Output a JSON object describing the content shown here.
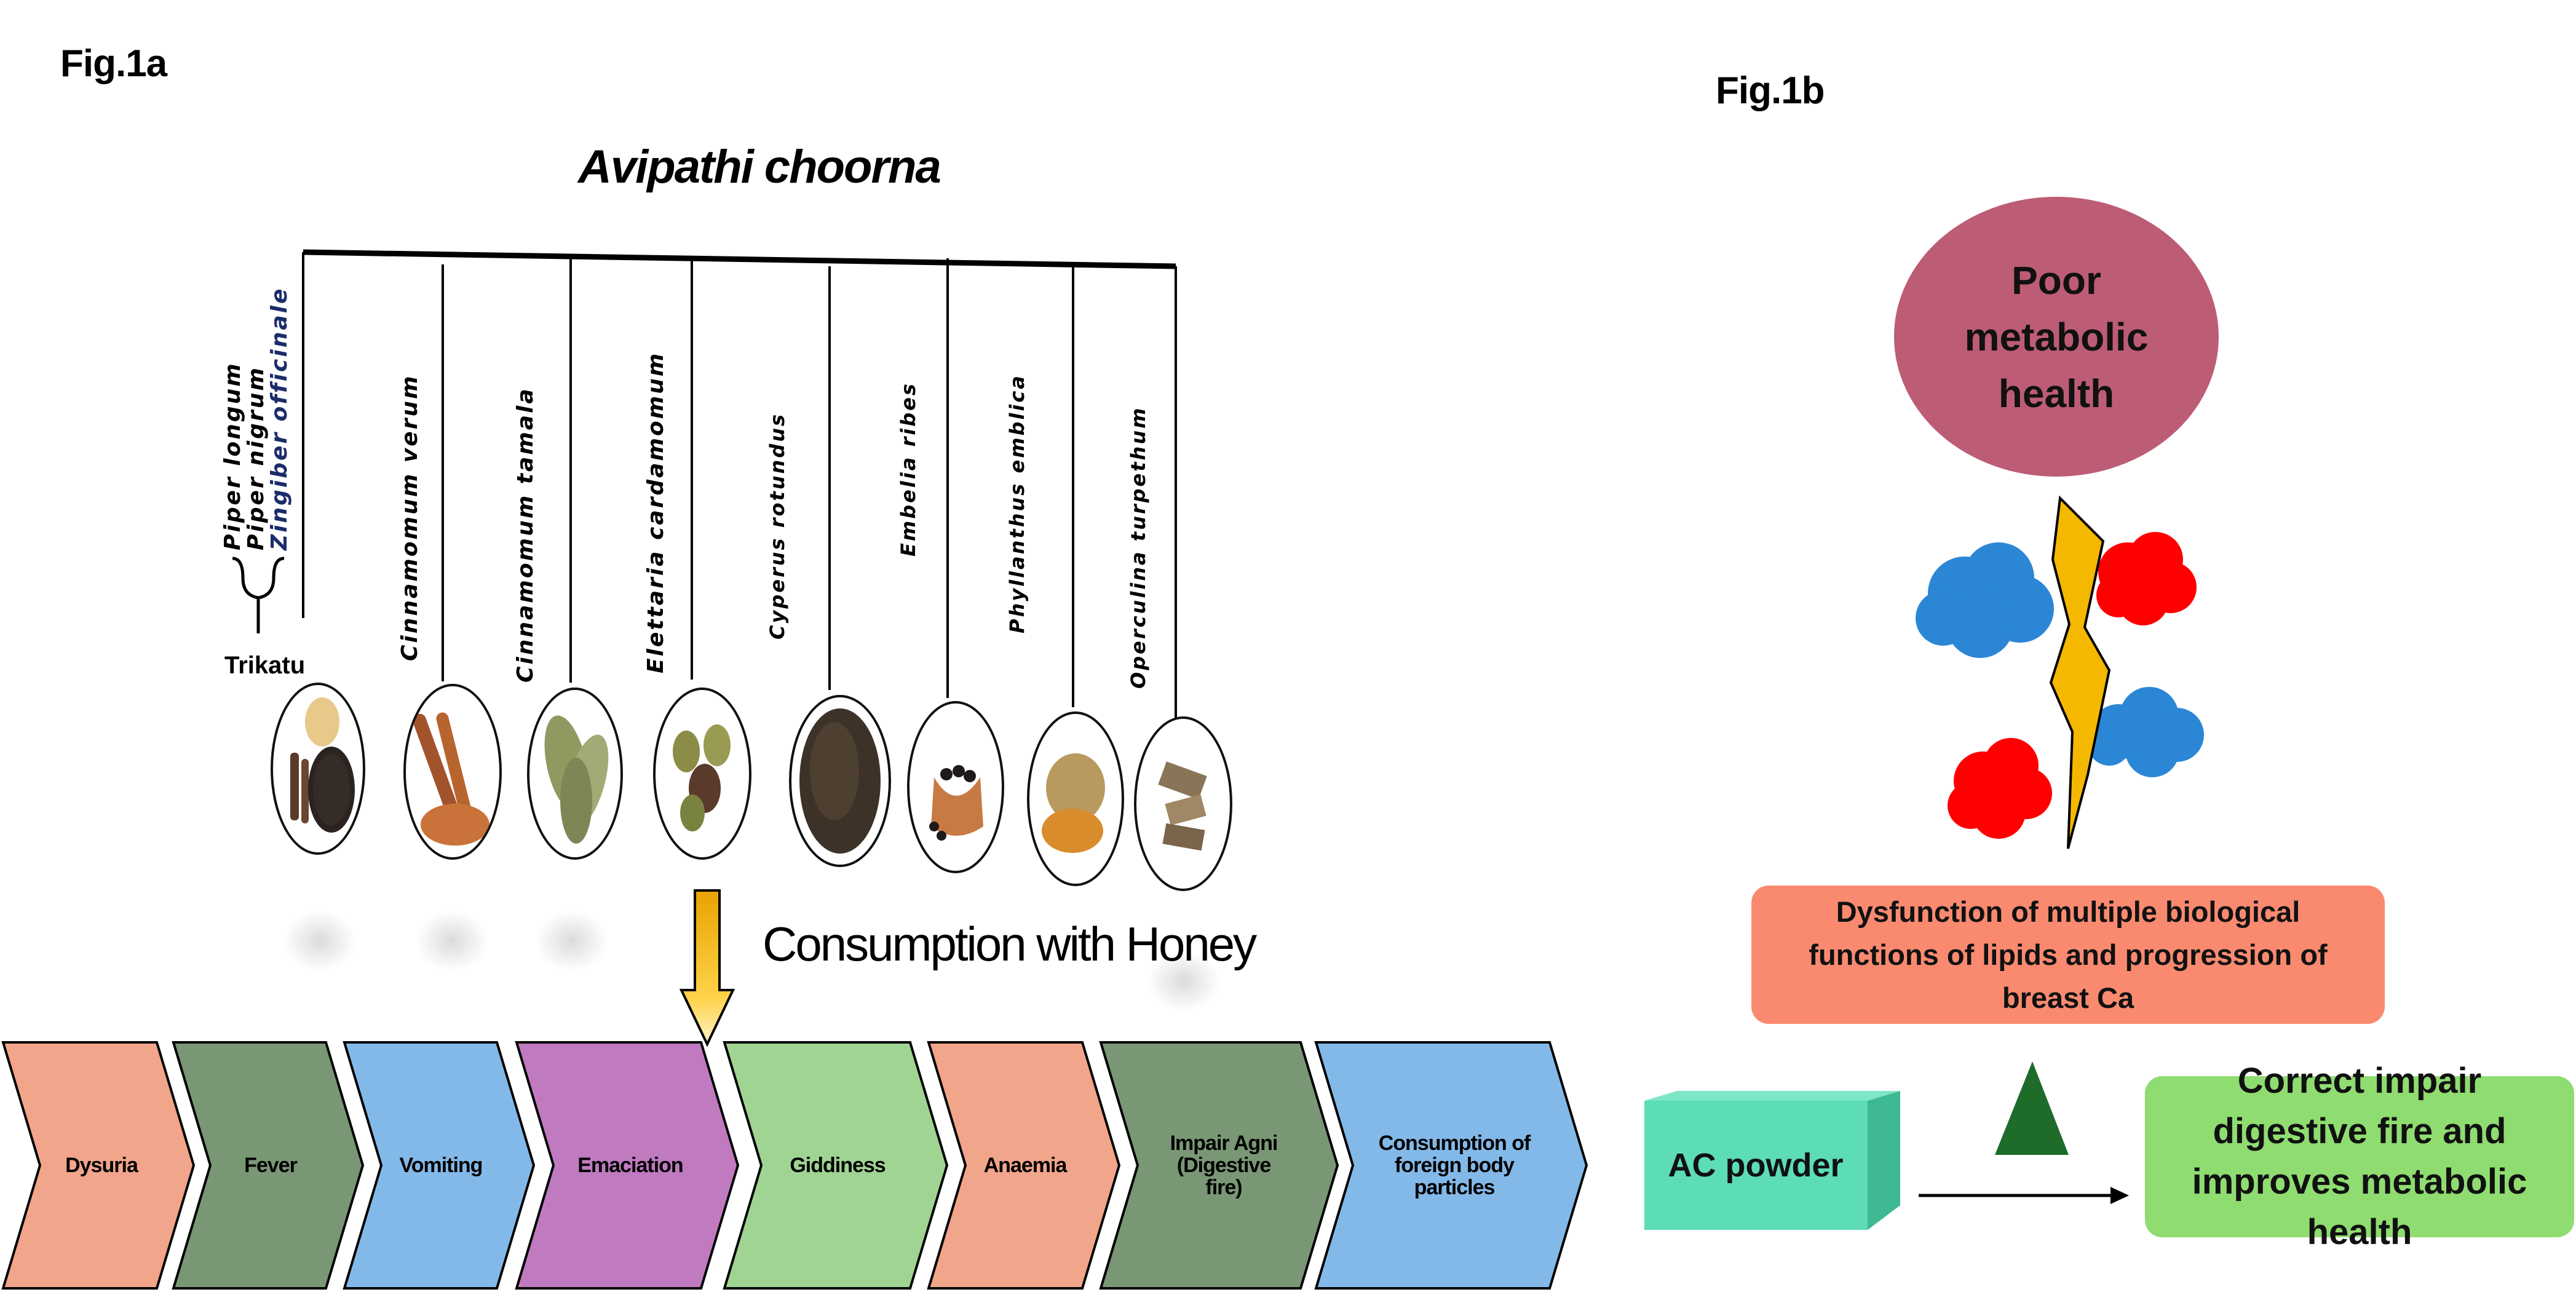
{
  "fig1a": {
    "label": "Fig.1a",
    "title": "Avipathi choorna",
    "trikatu": {
      "label": "Trikatu",
      "herbs": [
        "Piper longum",
        "Piper nigrum",
        "Zingiber officinale"
      ]
    },
    "herbs": [
      "Cinnamomum verum",
      "Cinnamomum tamala",
      "Elettaria cardamomum",
      "Cyperus rotundus",
      "Embelia ribes",
      "Phyllanthus emblica",
      "Operculina turpethum"
    ],
    "consumption_label": "Consumption with Honey",
    "conditions": [
      {
        "label": "Dysuria",
        "color": "#f1a58a"
      },
      {
        "label": "Fever",
        "color": "#7a9775"
      },
      {
        "label": "Vomiting",
        "color": "#83b9e8"
      },
      {
        "label": "Emaciation",
        "color": "#c07ac0"
      },
      {
        "label": "Giddiness",
        "color": "#9fd493"
      },
      {
        "label": "Anaemia",
        "color": "#f1a58a"
      },
      {
        "label": "Impair Agni (Digestive fire)",
        "color": "#7a9775"
      },
      {
        "label": "Consumption of foreign body particles",
        "color": "#83b9e8"
      }
    ]
  },
  "fig1b": {
    "label": "Fig.1b",
    "ellipse_label": "Poor metabolic health",
    "dysfunction_label": "Dysfunction of multiple  biological functions of lipids and progression of breast Ca",
    "ac_powder_label": "AC powder",
    "outcome_label": "Correct impair digestive fire and improves metabolic health",
    "colors": {
      "ellipse": "#bd5c75",
      "dysfunction_box": "#f98a70",
      "ac_powder_box": "#5cdcb7",
      "outcome_box": "#8fdc71",
      "blue_cloud": "#2b87d6",
      "red_cloud": "#ff0000",
      "bolt": "#f5b800",
      "triangle": "#1e6b2a"
    }
  }
}
